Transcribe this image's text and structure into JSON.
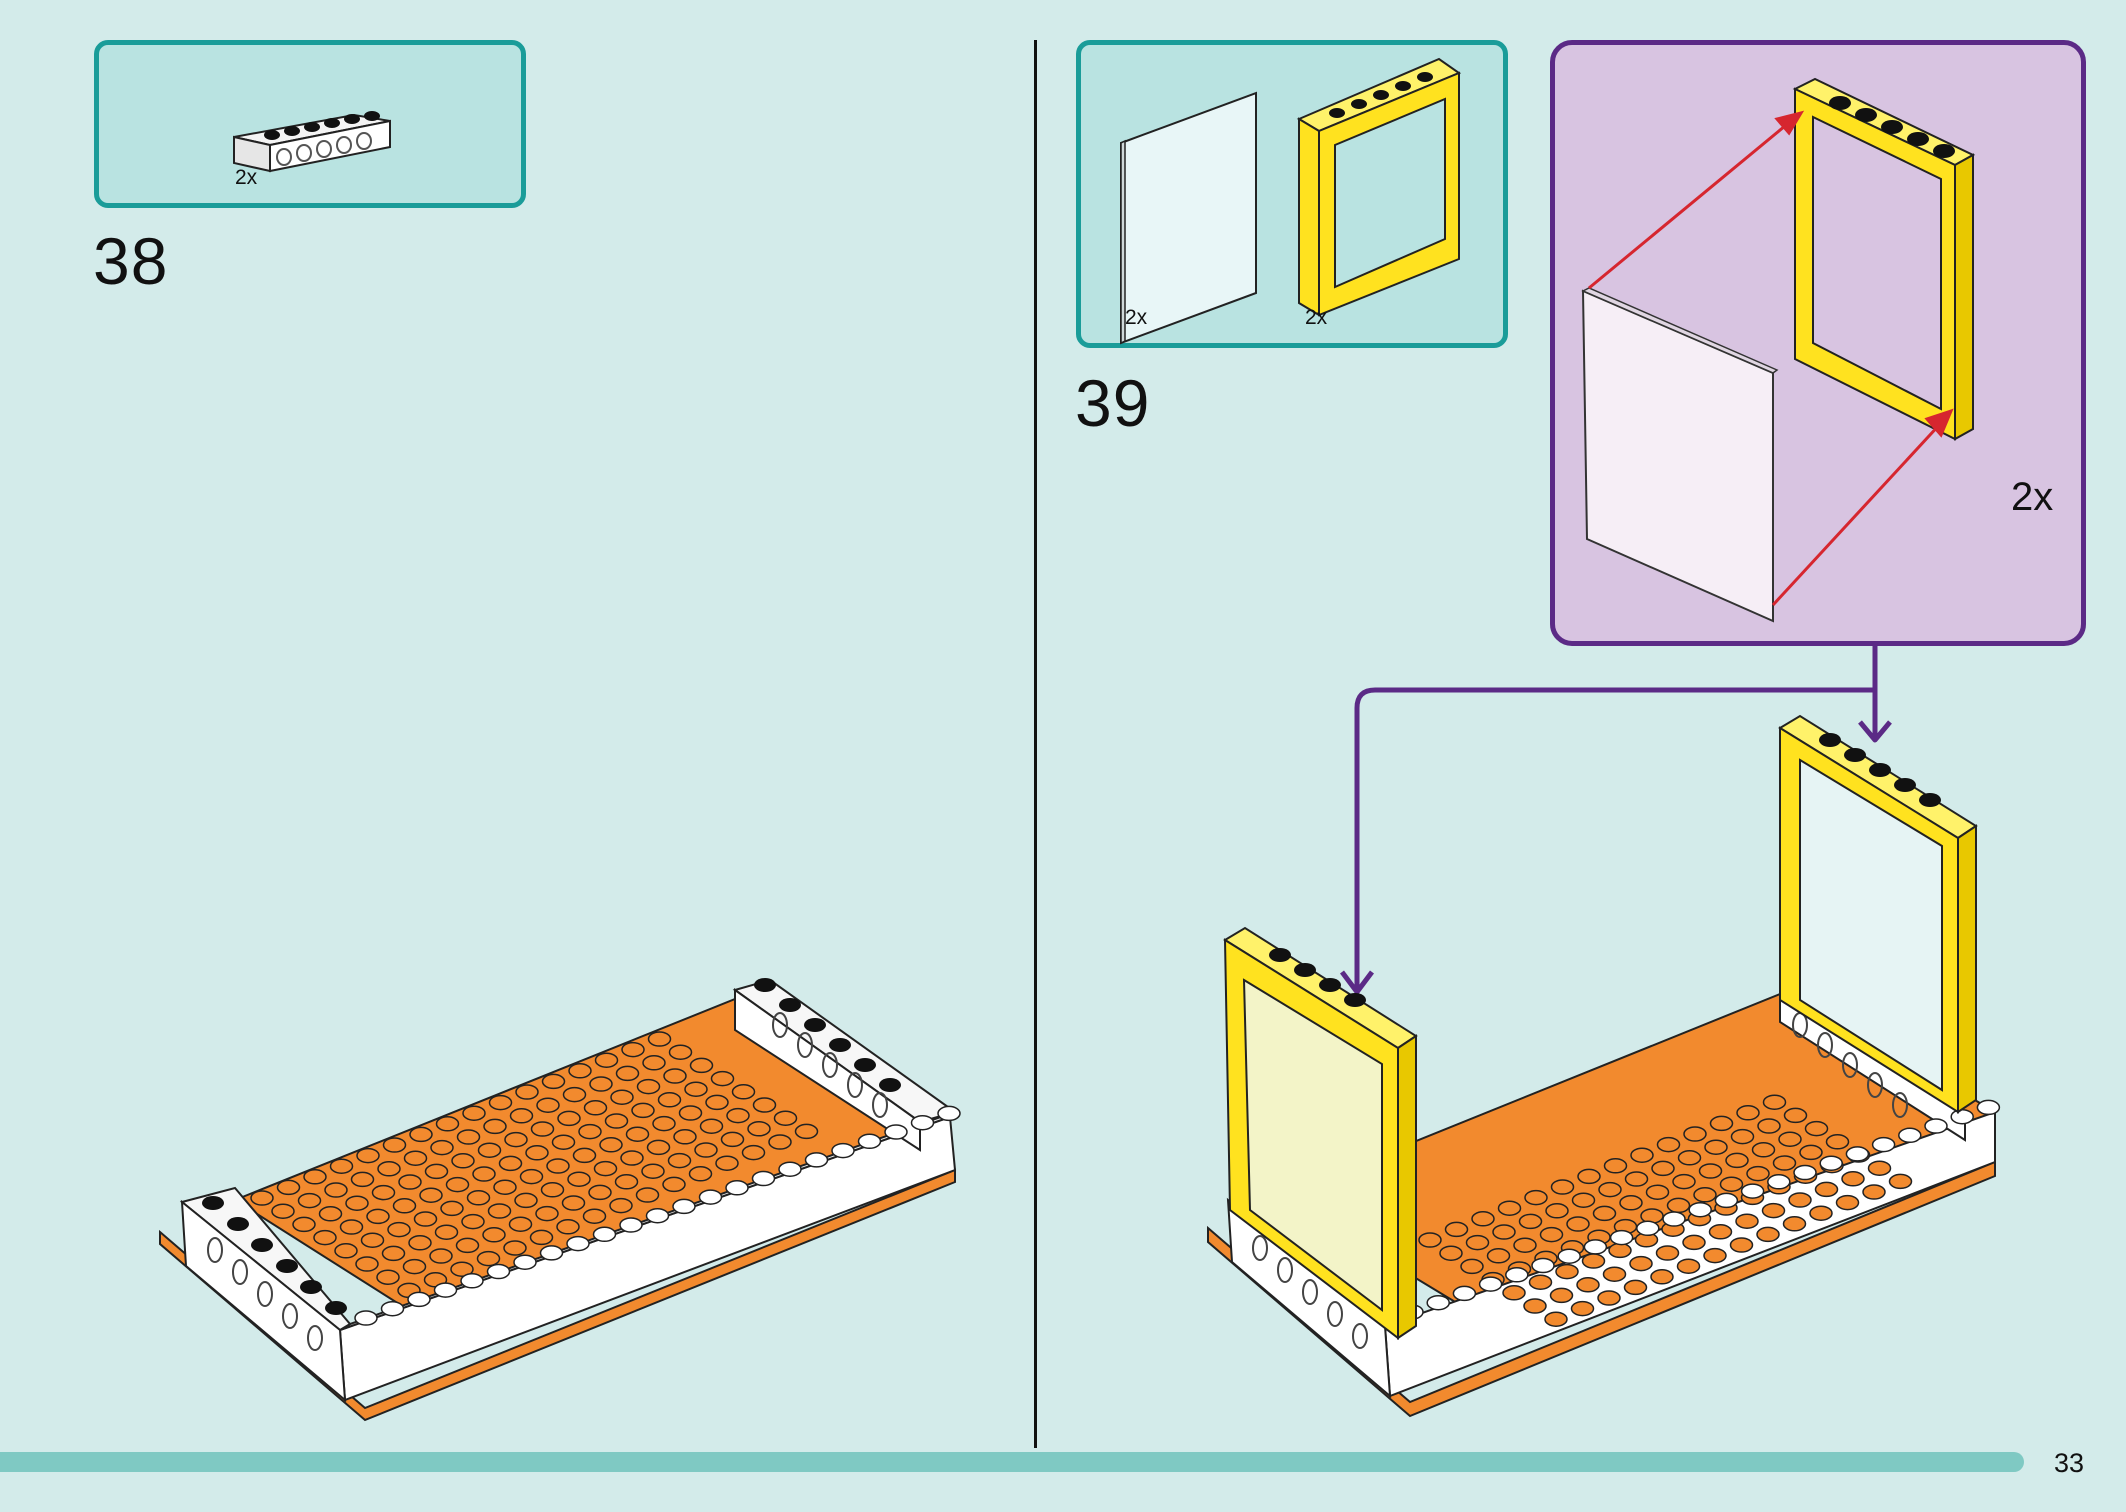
{
  "page_number": "33",
  "steps": [
    {
      "number": "38",
      "parts": [
        {
          "name": "white technic brick 1x6",
          "quantity": "2x"
        }
      ]
    },
    {
      "number": "39",
      "parts": [
        {
          "name": "transparent glass pane",
          "quantity": "2x"
        },
        {
          "name": "yellow window frame",
          "quantity": "2x"
        }
      ],
      "sub_assembly": {
        "multiplier": "2x"
      }
    }
  ],
  "colors": {
    "background": "#d3ebea",
    "parts_box_border": "#1a9c99",
    "callout_border": "#5b2a86",
    "callout_fill": "#d8c4e1",
    "brick_orange": "#f28a2e",
    "frame_yellow": "#ffe21f",
    "arrow_red": "#d6262f",
    "progress_bar": "#7fc9c3"
  }
}
